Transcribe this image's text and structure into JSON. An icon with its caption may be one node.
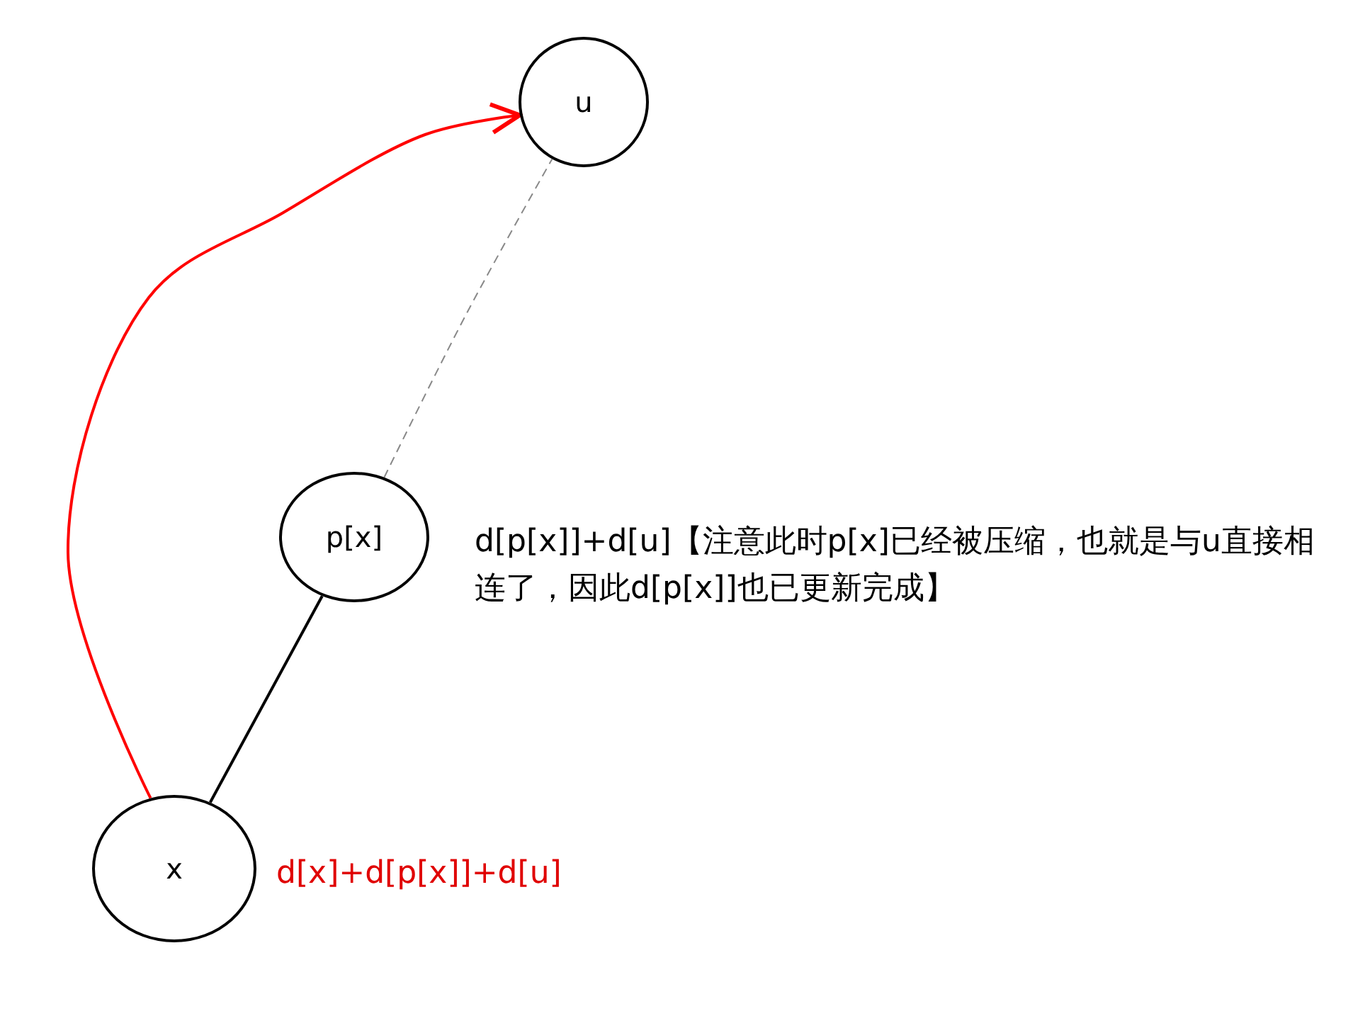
{
  "diagram": {
    "nodes": [
      {
        "text": [
          "u"
        ]
      },
      {
        "text": [
          "p[x]"
        ],
        "beside": [
          "d[p[x]]+d[u]【注意此时p[x]已经被压缩，也就是与u直接相连了，因此d[p[x]]也已更新完成】"
        ]
      },
      {
        "text": [
          "x"
        ],
        "beside": [
          "d[x]+d[p[x]]+d[u]"
        ]
      }
    ],
    "edges": [
      {
        "from": 2,
        "to": 0,
        "arrow": "to",
        "color": "#ff0000"
      },
      {
        "from": 1,
        "to": 0,
        "arrow": "none",
        "style": "dashed",
        "color": "#888888"
      },
      {
        "from": 2,
        "to": 1,
        "arrow": "none",
        "color": "#000000"
      }
    ]
  }
}
